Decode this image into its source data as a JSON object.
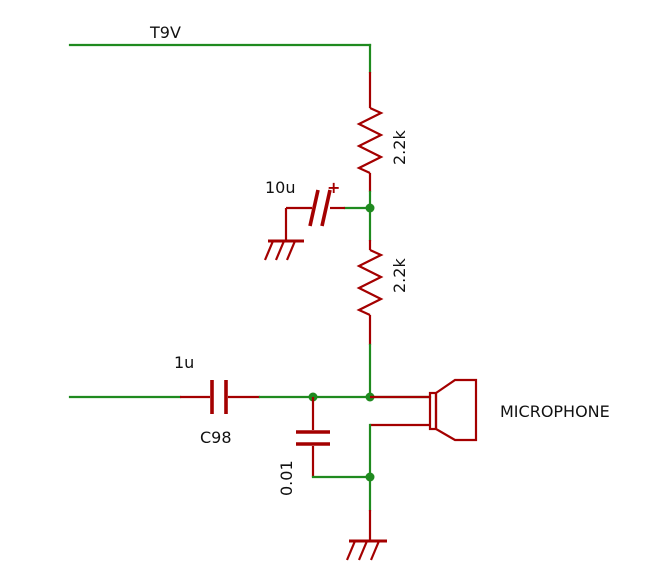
{
  "colors": {
    "wire": "#1f8a1f",
    "component": "#a40000",
    "text": "#111111",
    "background": "#ffffff"
  },
  "labels": {
    "supply": "T9V",
    "r_top_value": "2.2k",
    "r_bottom_value": "2.2k",
    "decoupling_cap_value": "10u",
    "polarity_mark": "+",
    "coupling_cap_value": "1u",
    "coupling_cap_ref": "C98",
    "filter_cap_value": "0.01",
    "microphone": "MICROPHONE"
  }
}
